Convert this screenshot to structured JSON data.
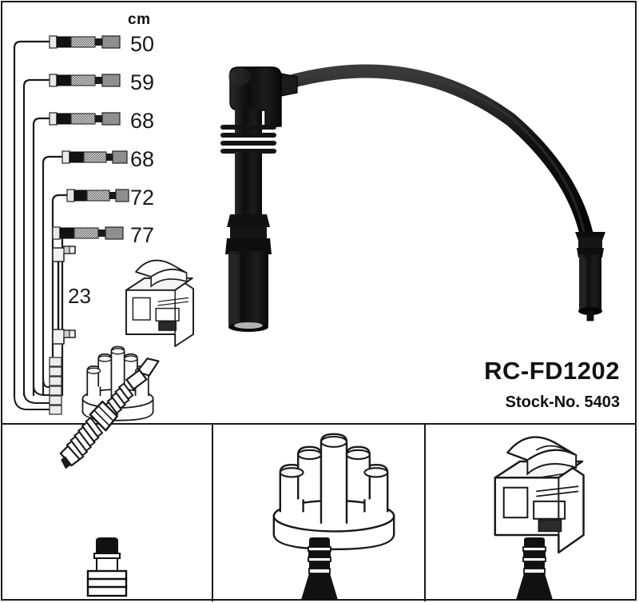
{
  "product": {
    "code": "RC-FD1202",
    "stock_label": "Stock-No. 5403"
  },
  "units": {
    "header": "cm"
  },
  "cable_lengths": [
    {
      "value": "50"
    },
    {
      "value": "59"
    },
    {
      "value": "68"
    },
    {
      "value": "68"
    },
    {
      "value": "72"
    },
    {
      "value": "77"
    }
  ],
  "short_lead": {
    "length": "23"
  },
  "colors": {
    "line": "#1a1a1a",
    "background": "#ffffff",
    "boot_black": "#111111",
    "metal_light": "#d8d8d8",
    "metal_mid": "#9a9a9a"
  },
  "bottom_panels": [
    {
      "component_icon": "spark-plug-icon",
      "boot_icon": "spark-plug-boot-icon"
    },
    {
      "component_icon": "distributor-cap-icon",
      "boot_icon": "distributor-boot-icon"
    },
    {
      "component_icon": "ignition-coil-icon",
      "boot_icon": "coil-boot-icon"
    }
  ],
  "main_illustration": {
    "icon": "ignition-cable-icon"
  },
  "side_icons": {
    "coil": "ignition-coil-small-icon",
    "distributor": "distributor-cap-small-icon"
  }
}
